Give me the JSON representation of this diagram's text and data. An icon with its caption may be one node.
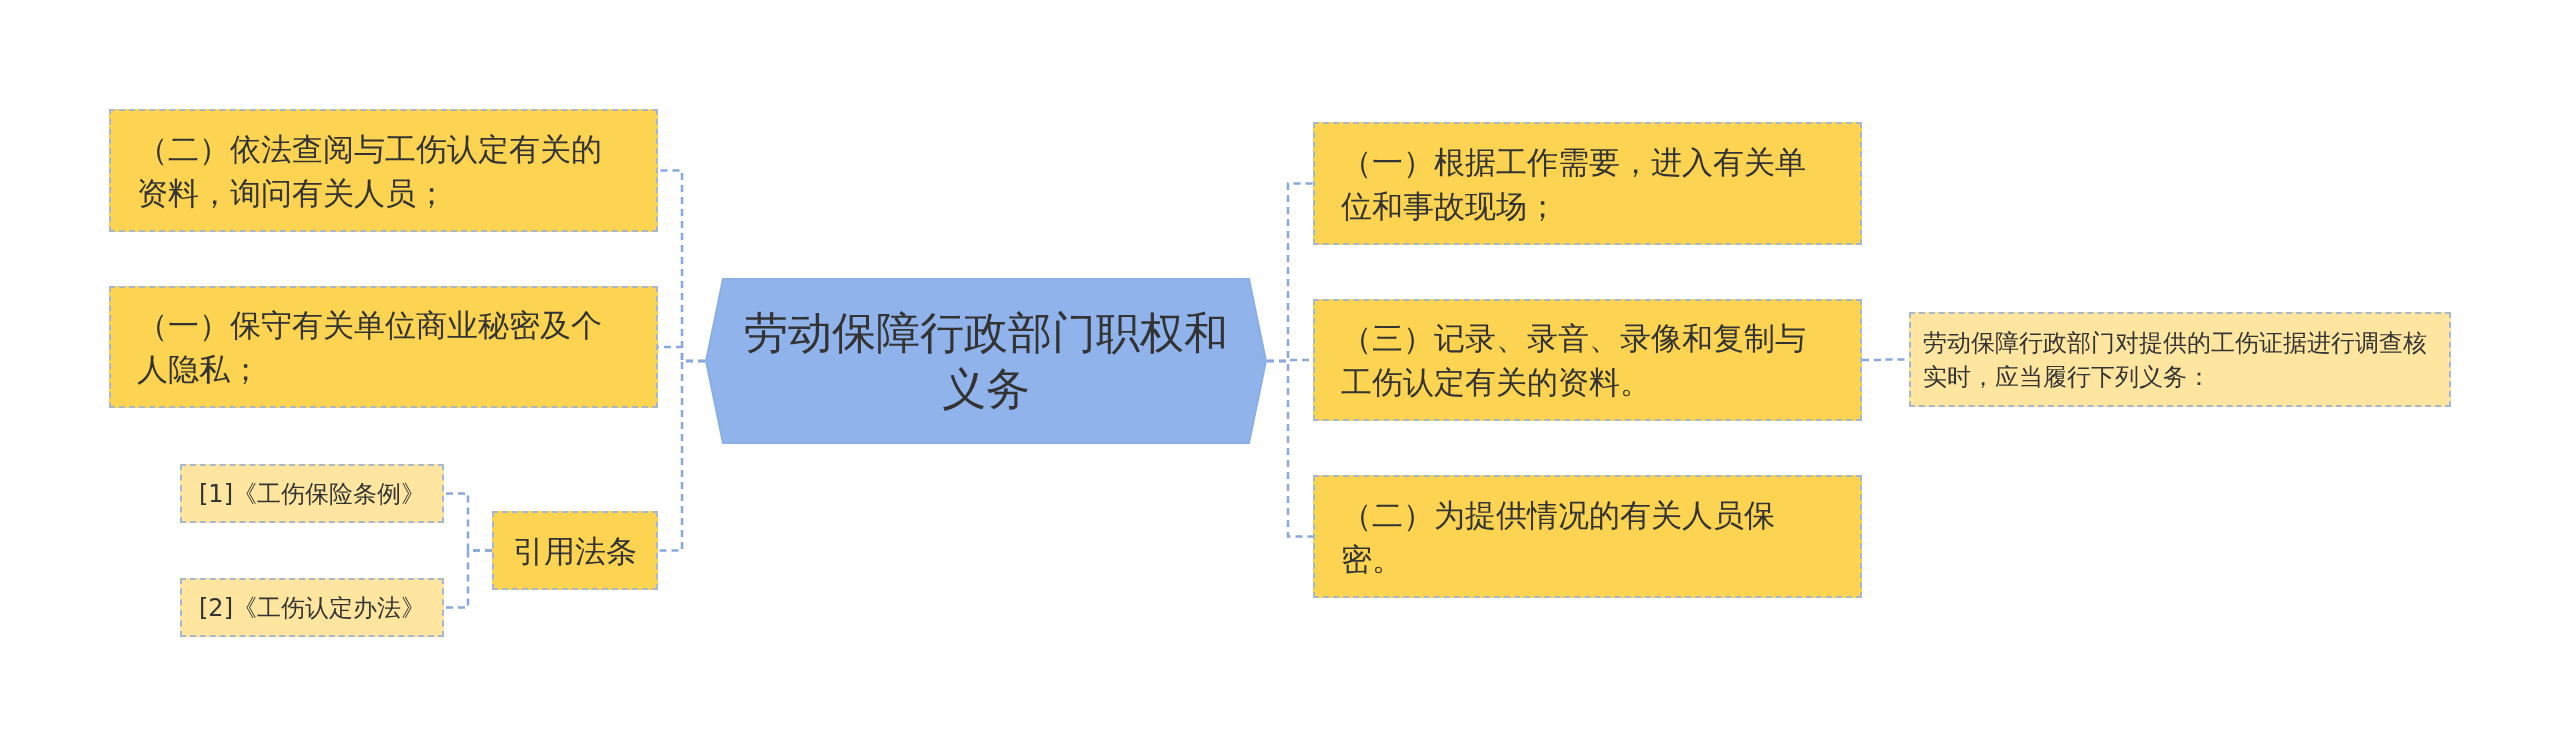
{
  "diagram": {
    "nodes": [
      {
        "text": [
          "劳动保障行政部门职权和义务"
        ]
      },
      {
        "text": [
          "（一）根据工作需要，进入有关单位和事故现场；"
        ]
      },
      {
        "text": [
          "（三）记录、录音、录像和复制与工伤认定有关的资料。"
        ]
      },
      {
        "text": [
          "（二）为提供情况的有关人员保密。"
        ]
      },
      {
        "text": [
          "劳动保障行政部门对提供的工伤证据进行调查核实时，应当履行下列义务："
        ]
      },
      {
        "text": [
          "（二）依法查阅与工伤认定有关的资料，询问有关人员；"
        ]
      },
      {
        "text": [
          "（一）保守有关单位商业秘密及个人隐私；"
        ]
      },
      {
        "text": [
          "引用法条"
        ]
      },
      {
        "text": [
          "[1]《工伤保险条例》"
        ]
      },
      {
        "text": [
          "[2]《工伤认定办法》"
        ]
      }
    ],
    "edges": [
      {
        "from": 0,
        "to": 1,
        "arrow": "none"
      },
      {
        "from": 0,
        "to": 2,
        "arrow": "none"
      },
      {
        "from": 0,
        "to": 3,
        "arrow": "none"
      },
      {
        "from": 2,
        "to": 4,
        "arrow": "none"
      },
      {
        "from": 0,
        "to": 5,
        "arrow": "none"
      },
      {
        "from": 0,
        "to": 6,
        "arrow": "none"
      },
      {
        "from": 0,
        "to": 7,
        "arrow": "none"
      },
      {
        "from": 7,
        "to": 8,
        "arrow": "none"
      },
      {
        "from": 7,
        "to": 9,
        "arrow": "none"
      }
    ]
  }
}
